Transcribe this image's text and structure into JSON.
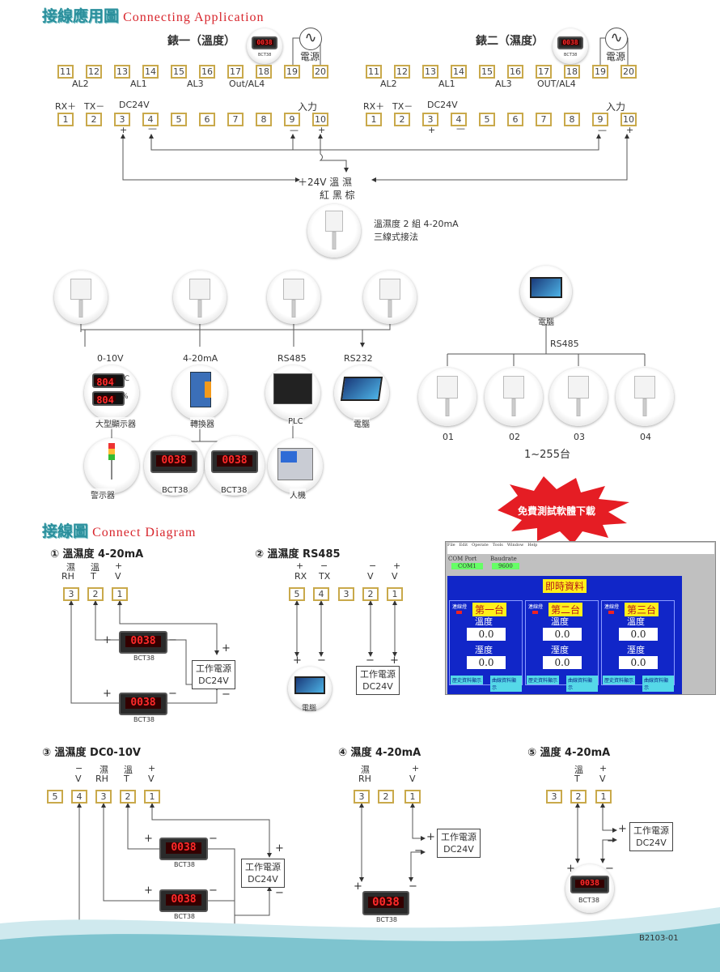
{
  "header": {
    "title_cn": "接線應用圖",
    "title_en": "Connecting Application"
  },
  "meter1": {
    "title": "錶一（溫度）",
    "power": "電源",
    "model": "BCT38",
    "top_terminals": [
      "11",
      "12",
      "13",
      "14",
      "15",
      "16",
      "17",
      "18",
      "19",
      "20"
    ],
    "top_labels": [
      "AL2",
      "AL1",
      "AL3",
      "Out/AL4"
    ],
    "bottom_terminals": [
      "1",
      "2",
      "3",
      "4",
      "5",
      "6",
      "7",
      "8",
      "9",
      "10"
    ],
    "bottom_labels": [
      "RX＋",
      "TX－",
      "DC24V",
      "入力"
    ],
    "polarity": [
      "+",
      "—",
      "—",
      "+"
    ]
  },
  "meter2": {
    "title": "錶二（濕度）",
    "power": "電源",
    "model": "BCT38",
    "top_terminals": [
      "11",
      "12",
      "13",
      "14",
      "15",
      "16",
      "17",
      "18",
      "19",
      "20"
    ],
    "top_labels": [
      "AL2",
      "AL1",
      "AL3",
      "OUT/AL4"
    ],
    "bottom_terminals": [
      "1",
      "2",
      "3",
      "4",
      "5",
      "6",
      "7",
      "8",
      "9",
      "10"
    ],
    "bottom_labels": [
      "RX＋",
      "TX－",
      "DC24V",
      "入力"
    ],
    "polarity": [
      "+",
      "—",
      "—",
      "+"
    ]
  },
  "sensor_wiring": {
    "line1": "＋24V  溫   濕",
    "line2": "紅   黑   棕",
    "note1": "溫濕度 2 組 4-20mA",
    "note2": "三線式接法"
  },
  "application": {
    "outputs": [
      "0-10V",
      "4-20mA",
      "RS485",
      "RS232"
    ],
    "devices": [
      "大型顯示器",
      "轉換器",
      "PLC",
      "電腦"
    ],
    "big_display": [
      "804",
      "804"
    ],
    "big_units": [
      "℃",
      "%"
    ],
    "row3": [
      "警示器",
      "BCT38",
      "BCT38",
      "人機"
    ],
    "display_reading": "0038",
    "pc_label": "電腦",
    "bus": "RS485",
    "nodes": [
      "01",
      "02",
      "03",
      "04"
    ],
    "node_range": "1~255台"
  },
  "promo": {
    "text": "免費測試軟體下載",
    "color": "#e51d24"
  },
  "connect": {
    "title_cn": "接線圖",
    "title_en": "Connect Diagram",
    "power": [
      "工作電源",
      "DC24V"
    ],
    "model": "BCT38",
    "pc": "電腦",
    "d1": {
      "title": "① 溫濕度 4-20mA",
      "h1": [
        "濕",
        "溫",
        "+"
      ],
      "h2": [
        "RH",
        "T",
        "V"
      ],
      "terms": [
        "3",
        "2",
        "1"
      ]
    },
    "d2": {
      "title": "② 溫濕度 RS485",
      "h1": [
        "+",
        "−",
        "−",
        "+"
      ],
      "h2": [
        "RX",
        "TX",
        "V",
        "V"
      ],
      "terms": [
        "5",
        "4",
        "3",
        "2",
        "1"
      ]
    },
    "d3": {
      "title": "③ 溫濕度 DC0-10V",
      "h1": [
        "−",
        "濕",
        "溫",
        "+"
      ],
      "h2": [
        "V",
        "RH",
        "T",
        "V"
      ],
      "terms": [
        "5",
        "4",
        "3",
        "2",
        "1"
      ]
    },
    "d4": {
      "title": "④ 濕度 4-20mA",
      "h1": [
        "濕",
        "+"
      ],
      "h2": [
        "RH",
        "V"
      ],
      "terms": [
        "3",
        "2",
        "1"
      ]
    },
    "d5": {
      "title": "⑤ 溫度 4-20mA",
      "h1": [
        "溫",
        "+"
      ],
      "h2": [
        "T",
        "V"
      ],
      "terms": [
        "3",
        "2",
        "1"
      ]
    }
  },
  "software": {
    "menu": [
      "File",
      "Edit",
      "Operate",
      "Tools",
      "Window",
      "Help"
    ],
    "com_label": "COM Port",
    "com_value": "COM1",
    "baud_label": "Baudrate",
    "baud_value": "9600",
    "heading": "即時資料",
    "lamp": "連線燈",
    "units": [
      "第一台",
      "第二台",
      "第三台"
    ],
    "temp": "溫度",
    "hum": "溼度",
    "temp_value": "0.0",
    "hum_value": "0.0",
    "btn_history": "歷史資料顯示",
    "btn_curve": "曲線資料顯示"
  },
  "footer": {
    "code": "B2103-01"
  }
}
